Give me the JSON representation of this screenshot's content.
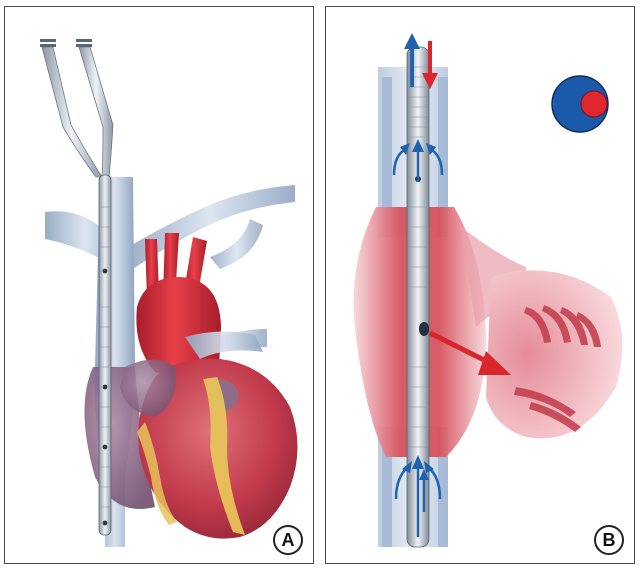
{
  "figure": {
    "panels": [
      {
        "id": "A",
        "label": "A"
      },
      {
        "id": "B",
        "label": "B"
      }
    ]
  },
  "colors": {
    "vein_blue": "#a9bcd4",
    "flow_arrow_blue": "#1f63b0",
    "flow_arrow_red": "#d8262c",
    "heart_red": "#c9344a",
    "aorta_red": "#d22a36",
    "fat_yellow": "#e8c35a",
    "catheter_gray": "#c7cfd7",
    "tissue_pink": "#e29aa6",
    "lumen_icon_blue": "#1b5aa8",
    "lumen_icon_red": "#e0262f"
  },
  "icons": [
    "double-lumen-cross-section-icon",
    "inflow-arrow-icon",
    "outflow-arrow-icon"
  ]
}
